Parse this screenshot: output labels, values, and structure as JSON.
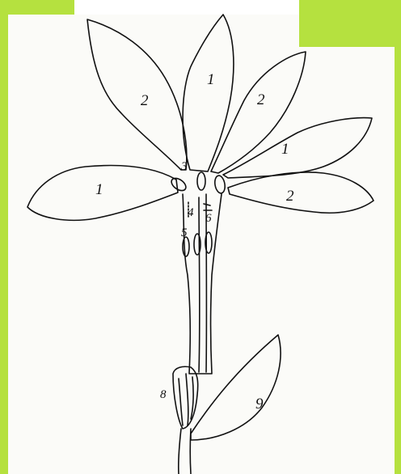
{
  "labels": {
    "petal_inner_top": "1",
    "petal_left_upper": "2",
    "petal_right_upper": "2",
    "petal_right_middle": "1",
    "petal_left_lower": "1",
    "petal_right_lower": "2",
    "anther_top_left": "3",
    "style_part_left": "4",
    "style_part_right": "6",
    "stamen_left": "5",
    "ovary": "8",
    "bract": "9"
  },
  "colors": {
    "background": "#b5e13f",
    "paper": "#fbfbf8",
    "ink": "#111111"
  }
}
